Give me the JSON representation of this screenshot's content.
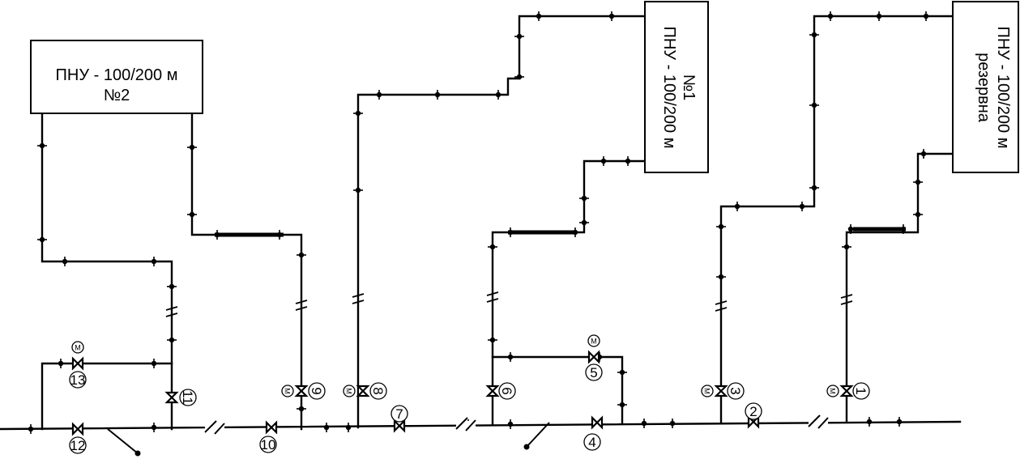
{
  "units": [
    {
      "id": "pnu2",
      "lines": [
        "ПНУ - 100/200 м",
        "№2"
      ]
    },
    {
      "id": "pnu1",
      "lines": [
        "ПНУ - 100/200 м",
        "№1"
      ]
    },
    {
      "id": "pnu_reserve",
      "lines": [
        "ПНУ - 100/200 м",
        "резервна"
      ]
    }
  ],
  "valves": [
    {
      "id": "v1",
      "label": "1",
      "motor": true,
      "motor_label": "M"
    },
    {
      "id": "v2",
      "label": "2",
      "motor": false
    },
    {
      "id": "v3",
      "label": "3",
      "motor": true,
      "motor_label": "M"
    },
    {
      "id": "v4",
      "label": "4",
      "motor": false
    },
    {
      "id": "v5",
      "label": "5",
      "motor": true,
      "motor_label": "M"
    },
    {
      "id": "v6",
      "label": "6",
      "motor": false
    },
    {
      "id": "v7",
      "label": "7",
      "motor": false
    },
    {
      "id": "v8",
      "label": "8",
      "motor": true,
      "motor_label": "M"
    },
    {
      "id": "v9",
      "label": "9",
      "motor": true,
      "motor_label": "M"
    },
    {
      "id": "v10",
      "label": "10",
      "motor": false
    },
    {
      "id": "v11",
      "label": "11",
      "motor": false
    },
    {
      "id": "v12",
      "label": "12",
      "motor": false
    },
    {
      "id": "v13",
      "label": "13",
      "motor": true,
      "motor_label": "M"
    }
  ]
}
